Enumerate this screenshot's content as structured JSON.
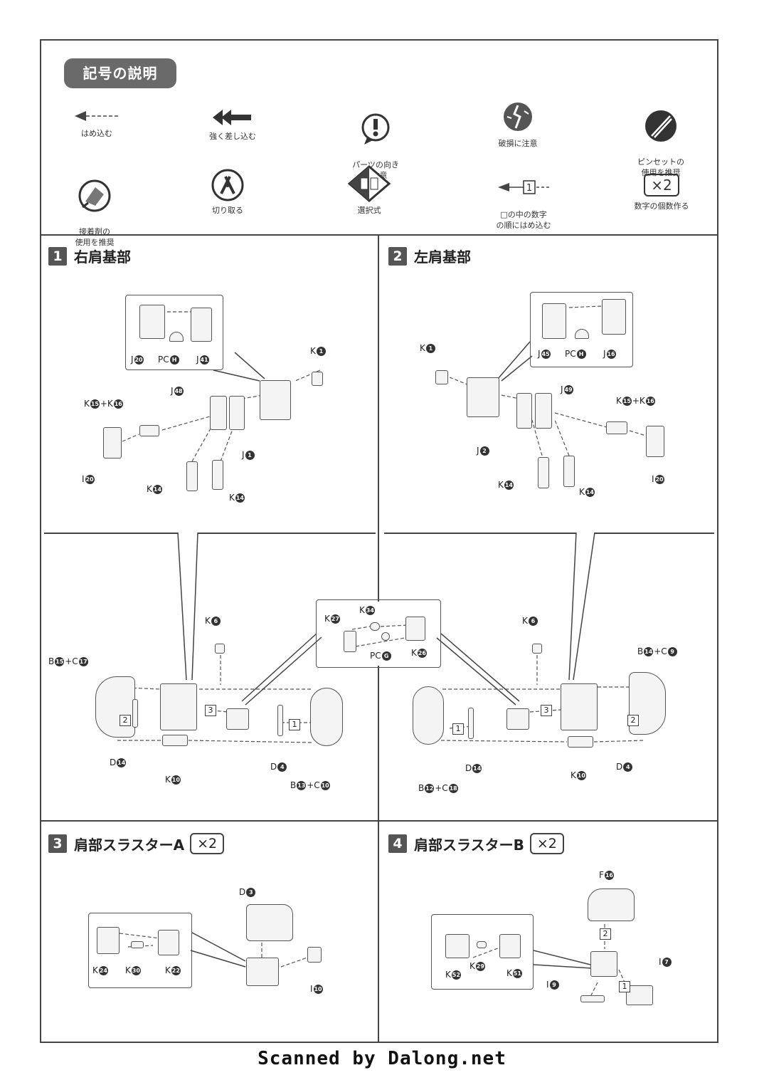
{
  "legend": {
    "title": "記号の説明",
    "symbols": [
      {
        "icon": "dashed-arrow-icon",
        "label": "はめ込む"
      },
      {
        "icon": "double-arrow-icon",
        "label": "強く差し込む"
      },
      {
        "icon": "exclamation-icon",
        "label": "パーツの向き\nに注意"
      },
      {
        "icon": "break-warning-icon",
        "label": "破損に注意"
      },
      {
        "icon": "tweezers-icon",
        "label": "ピンセットの\n使用を推奨"
      },
      {
        "icon": "glue-icon",
        "label": "接着剤の\n使用を推奨"
      },
      {
        "icon": "nipper-icon",
        "label": "切り取る"
      },
      {
        "icon": "choice-icon",
        "label": "選択式"
      },
      {
        "icon": "numbered-step-icon",
        "label": "□の中の数字\nの順にはめ込む",
        "step": "1"
      },
      {
        "icon": "multiply-icon",
        "label": "数字の個数作る",
        "badge": "×2"
      }
    ]
  },
  "sections": [
    {
      "num": "1",
      "title": "右肩基部"
    },
    {
      "num": "2",
      "title": "左肩基部"
    },
    {
      "num": "3",
      "title": "肩部スラスターA",
      "mult": "×2"
    },
    {
      "num": "4",
      "title": "肩部スラスターB",
      "mult": "×2"
    }
  ],
  "parts": {
    "s1": {
      "j20": {
        "p": "J",
        "n": "20"
      },
      "pch": {
        "p": "PC",
        "n": "H"
      },
      "j41": {
        "p": "J",
        "n": "41"
      },
      "k1": {
        "p": "K",
        "n": "1"
      },
      "j48": {
        "p": "J",
        "n": "48"
      },
      "k15k16": {
        "p": "K",
        "n": "15",
        "p2": "+K",
        "n2": "16"
      },
      "j1": {
        "p": "J",
        "n": "1"
      },
      "i20": {
        "p": "I",
        "n": "20"
      },
      "k14a": {
        "p": "K",
        "n": "14"
      },
      "k14b": {
        "p": "K",
        "n": "14"
      },
      "k6": {
        "p": "K",
        "n": "6"
      },
      "b15c17": {
        "p": "B",
        "n": "15",
        "p2": "+C",
        "n2": "17"
      },
      "d14": {
        "p": "D",
        "n": "14"
      },
      "k10": {
        "p": "K",
        "n": "10"
      },
      "d4": {
        "p": "D",
        "n": "4"
      },
      "b13c10": {
        "p": "B",
        "n": "13",
        "p2": "+C",
        "n2": "10"
      }
    },
    "s2": {
      "k1": {
        "p": "K",
        "n": "1"
      },
      "j45": {
        "p": "J",
        "n": "45"
      },
      "pch": {
        "p": "PC",
        "n": "H"
      },
      "j16": {
        "p": "J",
        "n": "16"
      },
      "j49": {
        "p": "J",
        "n": "49"
      },
      "k15k16": {
        "p": "K",
        "n": "15",
        "p2": "+K",
        "n2": "16"
      },
      "j2": {
        "p": "J",
        "n": "2"
      },
      "i20": {
        "p": "I",
        "n": "20"
      },
      "k14a": {
        "p": "K",
        "n": "14"
      },
      "k14b": {
        "p": "K",
        "n": "14"
      },
      "k6": {
        "p": "K",
        "n": "6"
      },
      "b14c9": {
        "p": "B",
        "n": "14",
        "p2": "+C",
        "n2": "9"
      },
      "d14": {
        "p": "D",
        "n": "14"
      },
      "k10": {
        "p": "K",
        "n": "10"
      },
      "d4": {
        "p": "D",
        "n": "4"
      },
      "b12c18": {
        "p": "B",
        "n": "12",
        "p2": "+C",
        "n2": "18"
      }
    },
    "center": {
      "k27": {
        "p": "K",
        "n": "27"
      },
      "k34": {
        "p": "K",
        "n": "34"
      },
      "pcg": {
        "p": "PC",
        "n": "G"
      },
      "k26": {
        "p": "K",
        "n": "26"
      }
    },
    "s3": {
      "d3": {
        "p": "D",
        "n": "3"
      },
      "k24": {
        "p": "K",
        "n": "24"
      },
      "k30": {
        "p": "K",
        "n": "30"
      },
      "k22": {
        "p": "K",
        "n": "22"
      },
      "i10": {
        "p": "I",
        "n": "10"
      }
    },
    "s4": {
      "f16": {
        "p": "F",
        "n": "16"
      },
      "i7": {
        "p": "I",
        "n": "7"
      },
      "k52": {
        "p": "K",
        "n": "52"
      },
      "k29": {
        "p": "K",
        "n": "29"
      },
      "k51": {
        "p": "K",
        "n": "51"
      },
      "i9": {
        "p": "I",
        "n": "9"
      }
    }
  },
  "steps": {
    "one": "1",
    "two": "2",
    "three": "3"
  },
  "footer": "Scanned by Dalong.net"
}
